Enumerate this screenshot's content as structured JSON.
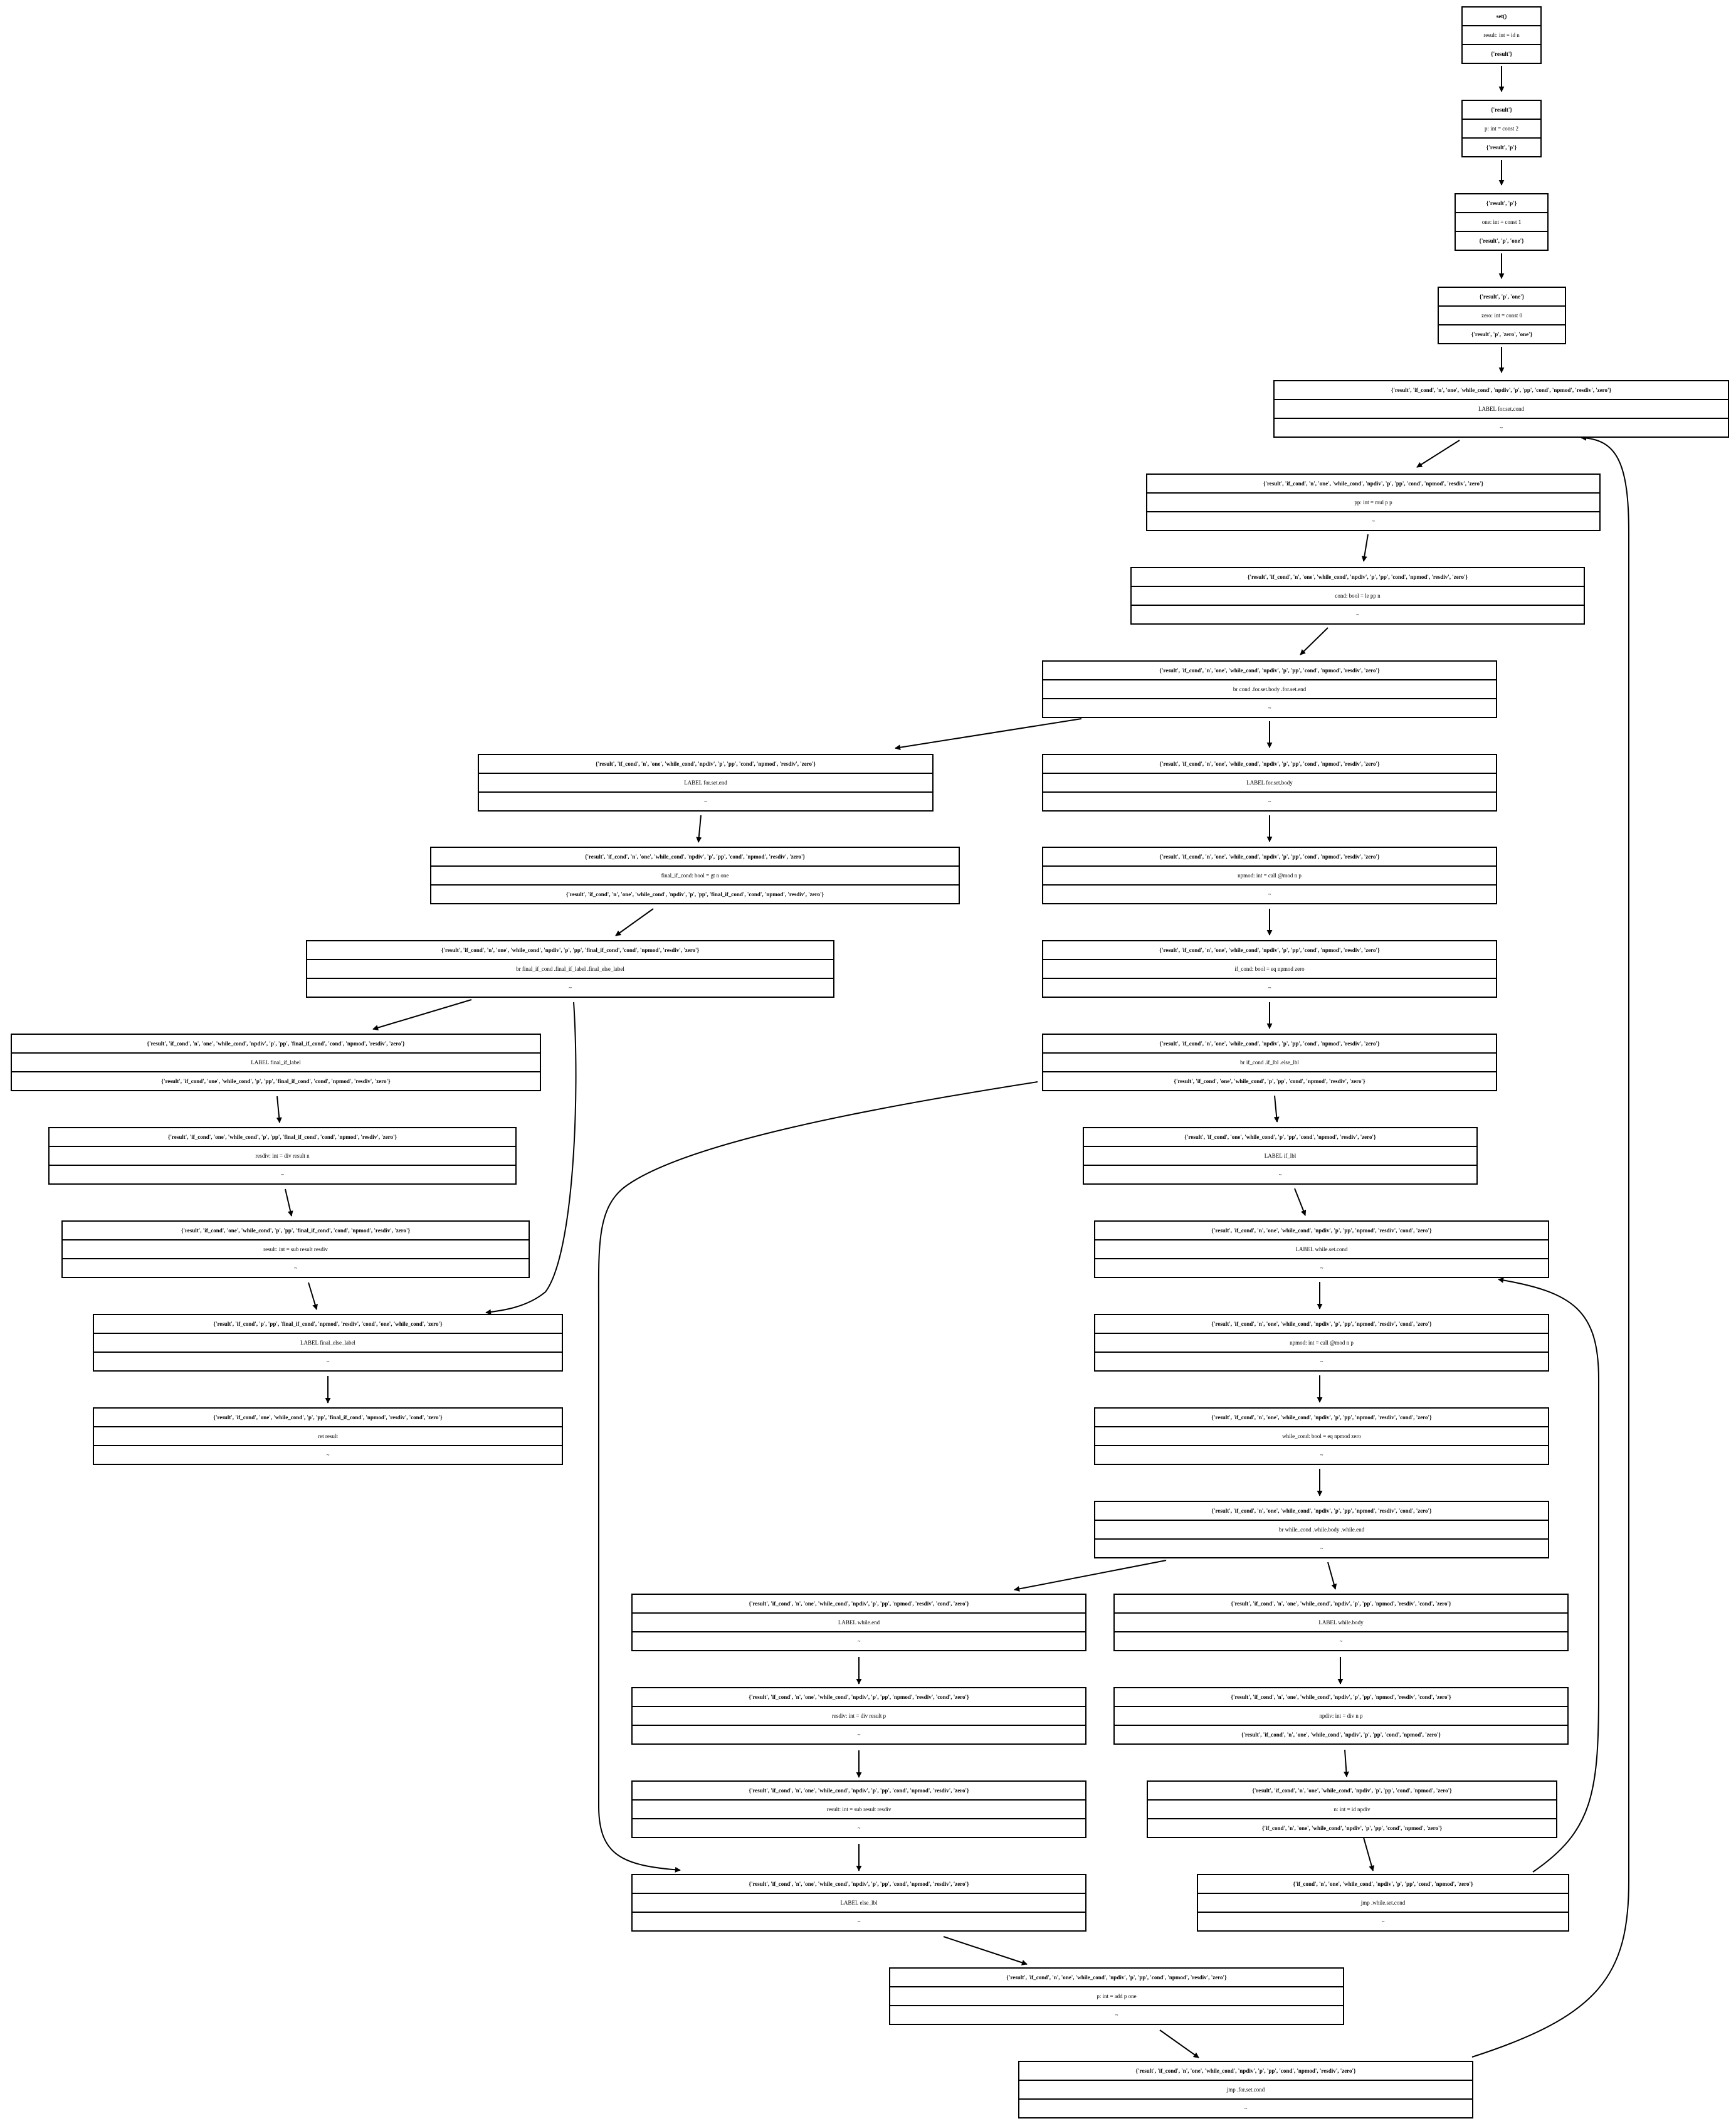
{
  "nodes": [
    {
      "id": "n1",
      "top": "set()",
      "mid": "result: int = id n",
      "bot": "{'result'}",
      "bot_bold": true
    },
    {
      "id": "n2",
      "top": "{'result'}",
      "mid": "p: int = const 2",
      "bot": "{'result', 'p'}",
      "bot_bold": true
    },
    {
      "id": "n3",
      "top": "{'result', 'p'}",
      "mid": "one: int = const 1",
      "bot": "{'result', 'p', 'one'}",
      "bot_bold": true
    },
    {
      "id": "n4",
      "top": "{'result', 'p', 'one'}",
      "mid": "zero: int = const 0",
      "bot": "{'result', 'p', 'zero', 'one'}",
      "bot_bold": true
    },
    {
      "id": "n5",
      "top": "{'result', 'if_cond', 'n', 'one', 'while_cond', 'npdiv', 'p', 'pp', 'cond', 'npmod', 'resdiv', 'zero'}",
      "mid": "LABEL for.set.cond",
      "bot": "~",
      "bot_bold": false
    },
    {
      "id": "n6",
      "top": "{'result', 'if_cond', 'n', 'one', 'while_cond', 'npdiv', 'p', 'pp', 'cond', 'npmod', 'resdiv', 'zero'}",
      "mid": "pp: int = mul p p",
      "bot": "~",
      "bot_bold": false
    },
    {
      "id": "n7",
      "top": "{'result', 'if_cond', 'n', 'one', 'while_cond', 'npdiv', 'p', 'pp', 'cond', 'npmod', 'resdiv', 'zero'}",
      "mid": "cond: bool = le pp n",
      "bot": "~",
      "bot_bold": false
    },
    {
      "id": "n8",
      "top": "{'result', 'if_cond', 'n', 'one', 'while_cond', 'npdiv', 'p', 'pp', 'cond', 'npmod', 'resdiv', 'zero'}",
      "mid": "br cond .for.set.body .for.set.end",
      "bot": "~",
      "bot_bold": false
    },
    {
      "id": "n9",
      "top": "{'result', 'if_cond', 'n', 'one', 'while_cond', 'npdiv', 'p', 'pp', 'cond', 'npmod', 'resdiv', 'zero'}",
      "mid": "LABEL for.set.end",
      "bot": "~",
      "bot_bold": false
    },
    {
      "id": "n10",
      "top": "{'result', 'if_cond', 'n', 'one', 'while_cond', 'npdiv', 'p', 'pp', 'cond', 'npmod', 'resdiv', 'zero'}",
      "mid": "final_if_cond: bool = gt n one",
      "bot": "{'result', 'if_cond', 'n', 'one', 'while_cond', 'npdiv', 'p', 'pp', 'final_if_cond', 'cond', 'npmod', 'resdiv', 'zero'}",
      "bot_bold": true
    },
    {
      "id": "n11",
      "top": "{'result', 'if_cond', 'n', 'one', 'while_cond', 'npdiv', 'p', 'pp', 'final_if_cond', 'cond', 'npmod', 'resdiv', 'zero'}",
      "mid": "br final_if_cond .final_if_label .final_else_label",
      "bot": "~",
      "bot_bold": false
    },
    {
      "id": "n12",
      "top": "{'result', 'if_cond', 'n', 'one', 'while_cond', 'npdiv', 'p', 'pp', 'final_if_cond', 'cond', 'npmod', 'resdiv', 'zero'}",
      "mid": "LABEL final_if_label",
      "bot": "{'result', 'if_cond', 'one', 'while_cond', 'p', 'pp', 'final_if_cond', 'cond', 'npmod', 'resdiv', 'zero'}",
      "bot_bold": true
    },
    {
      "id": "n13",
      "top": "{'result', 'if_cond', 'one', 'while_cond', 'p', 'pp', 'final_if_cond', 'cond', 'npmod', 'resdiv', 'zero'}",
      "mid": "resdiv: int = div result n",
      "bot": "~",
      "bot_bold": false
    },
    {
      "id": "n14",
      "top": "{'result', 'if_cond', 'one', 'while_cond', 'p', 'pp', 'final_if_cond', 'cond', 'npmod', 'resdiv', 'zero'}",
      "mid": "result: int = sub result resdiv",
      "bot": "~",
      "bot_bold": false
    },
    {
      "id": "n15",
      "top": "{'result', 'if_cond', 'p', 'pp', 'final_if_cond', 'npmod', 'resdiv', 'cond', 'one', 'while_cond', 'zero'}",
      "mid": "LABEL final_else_label",
      "bot": "~",
      "bot_bold": false
    },
    {
      "id": "n16",
      "top": "{'result', 'if_cond', 'one', 'while_cond', 'p', 'pp', 'final_if_cond', 'npmod', 'resdiv', 'cond', 'zero'}",
      "mid": "ret result",
      "bot": "~",
      "bot_bold": false
    },
    {
      "id": "n17",
      "top": "{'result', 'if_cond', 'n', 'one', 'while_cond', 'npdiv', 'p', 'pp', 'cond', 'npmod', 'resdiv', 'zero'}",
      "mid": "LABEL for.set.body",
      "bot": "~",
      "bot_bold": false
    },
    {
      "id": "n18",
      "top": "{'result', 'if_cond', 'n', 'one', 'while_cond', 'npdiv', 'p', 'pp', 'cond', 'npmod', 'resdiv', 'zero'}",
      "mid": "npmod: int = call @mod n p",
      "bot": "~",
      "bot_bold": false
    },
    {
      "id": "n19",
      "top": "{'result', 'if_cond', 'n', 'one', 'while_cond', 'npdiv', 'p', 'pp', 'cond', 'npmod', 'resdiv', 'zero'}",
      "mid": "if_cond: bool = eq npmod zero",
      "bot": "~",
      "bot_bold": false
    },
    {
      "id": "n20",
      "top": "{'result', 'if_cond', 'n', 'one', 'while_cond', 'npdiv', 'p', 'pp', 'cond', 'npmod', 'resdiv', 'zero'}",
      "mid": "br if_cond .if_lbl .else_lbl",
      "bot": "{'result', 'if_cond', 'one', 'while_cond', 'p', 'pp', 'cond', 'npmod', 'resdiv', 'zero'}",
      "bot_bold": true
    },
    {
      "id": "n21",
      "top": "{'result', 'if_cond', 'one', 'while_cond', 'p', 'pp', 'cond', 'npmod', 'resdiv', 'zero'}",
      "mid": "LABEL if_lbl",
      "bot": "~",
      "bot_bold": false
    },
    {
      "id": "n22",
      "top": "{'result', 'if_cond', 'n', 'one', 'while_cond', 'npdiv', 'p', 'pp', 'npmod', 'resdiv', 'cond', 'zero'}",
      "mid": "LABEL while.set.cond",
      "bot": "~",
      "bot_bold": false
    },
    {
      "id": "n23",
      "top": "{'result', 'if_cond', 'n', 'one', 'while_cond', 'npdiv', 'p', 'pp', 'npmod', 'resdiv', 'cond', 'zero'}",
      "mid": "npmod: int = call @mod n p",
      "bot": "~",
      "bot_bold": false
    },
    {
      "id": "n24",
      "top": "{'result', 'if_cond', 'n', 'one', 'while_cond', 'npdiv', 'p', 'pp', 'npmod', 'resdiv', 'cond', 'zero'}",
      "mid": "while_cond: bool = eq npmod zero",
      "bot": "~",
      "bot_bold": false
    },
    {
      "id": "n25",
      "top": "{'result', 'if_cond', 'n', 'one', 'while_cond', 'npdiv', 'p', 'pp', 'npmod', 'resdiv', 'cond', 'zero'}",
      "mid": "br while_cond .while.body .while.end",
      "bot": "~",
      "bot_bold": false
    },
    {
      "id": "n26",
      "top": "{'result', 'if_cond', 'n', 'one', 'while_cond', 'npdiv', 'p', 'pp', 'npmod', 'resdiv', 'cond', 'zero'}",
      "mid": "LABEL while.end",
      "bot": "~",
      "bot_bold": false
    },
    {
      "id": "n27",
      "top": "{'result', 'if_cond', 'n', 'one', 'while_cond', 'npdiv', 'p', 'pp', 'npmod', 'resdiv', 'cond', 'zero'}",
      "mid": "resdiv: int = div result p",
      "bot": "~",
      "bot_bold": false
    },
    {
      "id": "n28",
      "top": "{'result', 'if_cond', 'n', 'one', 'while_cond', 'npdiv', 'p', 'pp', 'cond', 'npmod', 'resdiv', 'zero'}",
      "mid": "result: int = sub result resdiv",
      "bot": "~",
      "bot_bold": false
    },
    {
      "id": "n29",
      "top": "{'result', 'if_cond', 'n', 'one', 'while_cond', 'npdiv', 'p', 'pp', 'cond', 'npmod', 'resdiv', 'zero'}",
      "mid": "LABEL else_lbl",
      "bot": "~",
      "bot_bold": false
    },
    {
      "id": "n30",
      "top": "{'result', 'if_cond', 'n', 'one', 'while_cond', 'npdiv', 'p', 'pp', 'npmod', 'resdiv', 'cond', 'zero'}",
      "mid": "LABEL while.body",
      "bot": "~",
      "bot_bold": false
    },
    {
      "id": "n31",
      "top": "{'result', 'if_cond', 'n', 'one', 'while_cond', 'npdiv', 'p', 'pp', 'npmod', 'resdiv', 'cond', 'zero'}",
      "mid": "npdiv: int = div n p",
      "bot": "{'result', 'if_cond', 'n', 'one', 'while_cond', 'npdiv', 'p', 'pp', 'cond', 'npmod', 'zero'}",
      "bot_bold": true
    },
    {
      "id": "n32",
      "top": "{'result', 'if_cond', 'n', 'one', 'while_cond', 'npdiv', 'p', 'pp', 'cond', 'npmod', 'zero'}",
      "mid": "n: int = id npdiv",
      "bot": "{'if_cond', 'n', 'one', 'while_cond', 'npdiv', 'p', 'pp', 'cond', 'npmod', 'zero'}",
      "bot_bold": true
    },
    {
      "id": "n33",
      "top": "{'if_cond', 'n', 'one', 'while_cond', 'npdiv', 'p', 'pp', 'cond', 'npmod', 'zero'}",
      "mid": "jmp .while.set.cond",
      "bot": "~",
      "bot_bold": false
    },
    {
      "id": "n34",
      "top": "{'result', 'if_cond', 'n', 'one', 'while_cond', 'npdiv', 'p', 'pp', 'cond', 'npmod', 'resdiv', 'zero'}",
      "mid": "p: int = add p one",
      "bot": "~",
      "bot_bold": false
    },
    {
      "id": "n35",
      "top": "{'result', 'if_cond', 'n', 'one', 'while_cond', 'npdiv', 'p', 'pp', 'cond', 'npmod', 'resdiv', 'zero'}",
      "mid": "jmp .for.set.cond",
      "bot": "~",
      "bot_bold": false
    }
  ],
  "edges": [
    [
      "n1",
      "n2"
    ],
    [
      "n2",
      "n3"
    ],
    [
      "n3",
      "n4"
    ],
    [
      "n4",
      "n5"
    ],
    [
      "n5",
      "n6"
    ],
    [
      "n6",
      "n7"
    ],
    [
      "n7",
      "n8"
    ],
    [
      "n8",
      "n9"
    ],
    [
      "n8",
      "n17"
    ],
    [
      "n9",
      "n10"
    ],
    [
      "n10",
      "n11"
    ],
    [
      "n11",
      "n12"
    ],
    [
      "n11",
      "n15"
    ],
    [
      "n12",
      "n13"
    ],
    [
      "n13",
      "n14"
    ],
    [
      "n14",
      "n15"
    ],
    [
      "n15",
      "n16"
    ],
    [
      "n17",
      "n18"
    ],
    [
      "n18",
      "n19"
    ],
    [
      "n19",
      "n20"
    ],
    [
      "n20",
      "n21"
    ],
    [
      "n20",
      "n29"
    ],
    [
      "n21",
      "n22"
    ],
    [
      "n22",
      "n23"
    ],
    [
      "n23",
      "n24"
    ],
    [
      "n24",
      "n25"
    ],
    [
      "n25",
      "n26"
    ],
    [
      "n25",
      "n30"
    ],
    [
      "n26",
      "n27"
    ],
    [
      "n27",
      "n28"
    ],
    [
      "n28",
      "n29"
    ],
    [
      "n29",
      "n34"
    ],
    [
      "n30",
      "n31"
    ],
    [
      "n31",
      "n32"
    ],
    [
      "n32",
      "n33"
    ],
    [
      "n33",
      "n22"
    ],
    [
      "n34",
      "n35"
    ],
    [
      "n35",
      "n5"
    ]
  ]
}
